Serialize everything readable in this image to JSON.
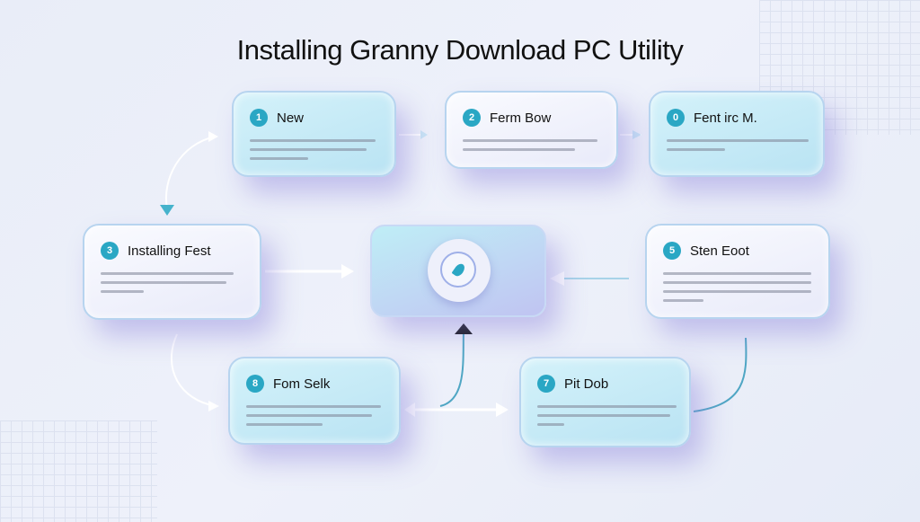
{
  "title": "Installing Granny Download PC Utility",
  "steps": [
    {
      "num": "1",
      "title": "New"
    },
    {
      "num": "2",
      "title": "Ferm Bow"
    },
    {
      "num": "0",
      "title": "Fent irc M."
    },
    {
      "num": "3",
      "title": "Installing Fest"
    },
    {
      "num": "5",
      "title": "Sten Eoot"
    },
    {
      "num": "8",
      "title": "Fom Selk"
    },
    {
      "num": "7",
      "title": "Pit Dob"
    }
  ],
  "colors": {
    "accent": "#2aa7c4",
    "card_cyan": "#c8ecf7",
    "card_white": "#f4f5fd"
  }
}
